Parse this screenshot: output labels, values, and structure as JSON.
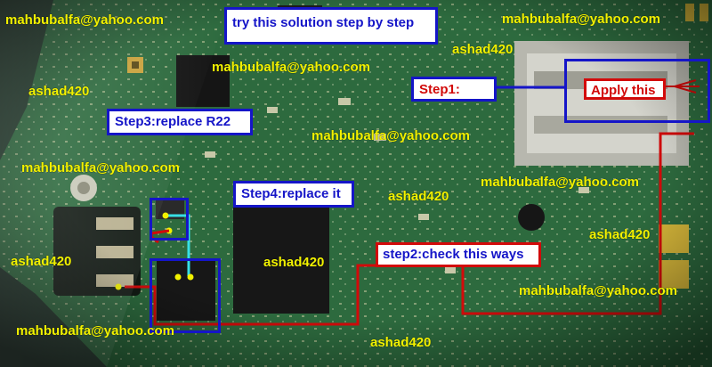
{
  "watermarks": {
    "email": "mahbubalfa@yahoo.com",
    "name": "ashad420"
  },
  "labels": {
    "title": "try this solution step by step",
    "step1": "Step1:",
    "apply": "Apply this",
    "step3": "Step3:replace R22",
    "step4": "Step4:replace it",
    "step2": "step2:check this ways"
  },
  "colors": {
    "board": "#2d6a3e",
    "annotation_blue": "#1515c8",
    "annotation_red": "#d20a0a",
    "watermark": "#f2f200"
  }
}
